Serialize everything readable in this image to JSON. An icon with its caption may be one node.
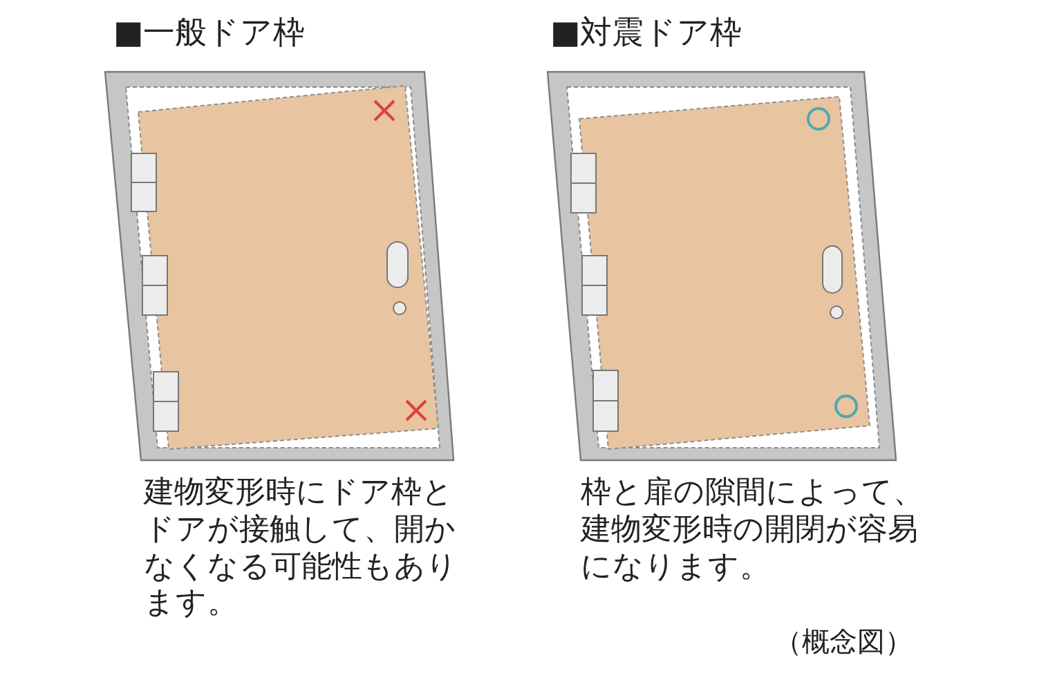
{
  "diagram": {
    "labels": [
      "■一般ドア枠",
      "■対震ドア枠",
      "建物変形時にドア枠とドアが接触して、開かなくなる可能性もあります。",
      "枠と扉の隙間によって、建物変形時の開閉が容易になります。",
      "（概念図）"
    ]
  }
}
